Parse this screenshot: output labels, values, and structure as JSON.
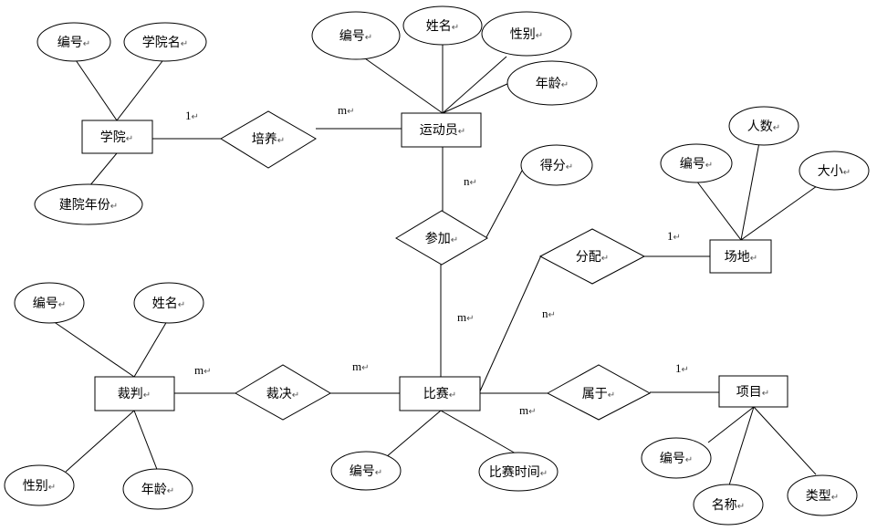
{
  "para_mark": "↵",
  "entities": {
    "college": "学院",
    "athlete": "运动员",
    "venue": "场地",
    "referee": "裁判",
    "match": "比赛",
    "event": "项目"
  },
  "relationships": {
    "train": "培养",
    "participate": "参加",
    "assign": "分配",
    "judge": "裁决",
    "belong": "属于"
  },
  "attributes": {
    "college_id": "编号",
    "college_name": "学院名",
    "college_year": "建院年份",
    "athlete_id": "编号",
    "athlete_name": "姓名",
    "athlete_gender": "性别",
    "athlete_age": "年龄",
    "score": "得分",
    "venue_id": "编号",
    "venue_capacity": "人数",
    "venue_size": "大小",
    "referee_id": "编号",
    "referee_name": "姓名",
    "referee_gender": "性别",
    "referee_age": "年龄",
    "match_id": "编号",
    "match_time": "比赛时间",
    "event_id": "编号",
    "event_name": "名称",
    "event_type": "类型"
  },
  "cardinalities": {
    "college_train": "1",
    "train_athlete": "m",
    "athlete_participate": "n",
    "participate_match": "m",
    "match_assign": "n",
    "assign_venue": "1",
    "referee_judge": "m",
    "judge_match": "m",
    "match_belong": "m",
    "belong_event": "1"
  }
}
